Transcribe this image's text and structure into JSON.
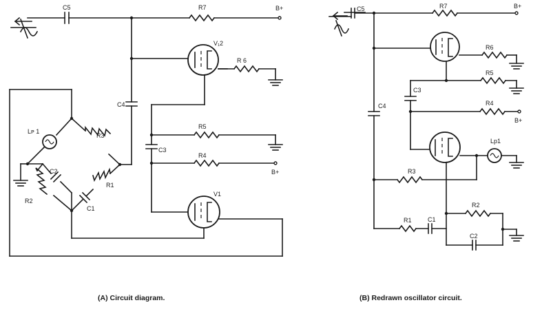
{
  "diagram_a": {
    "caption": "(A) Circuit diagram.",
    "labels": {
      "c5": "C5",
      "r7": "R7",
      "bplus_top": "B+",
      "v2": "V₁2",
      "r6": "R 6",
      "c4": "C4",
      "r5": "R5",
      "c3": "C3",
      "r4": "R4",
      "bplus_r4": "B+",
      "lp1": "Lᴘ 1",
      "r3": "R3",
      "c2": "C2",
      "r2": "R2",
      "r1": "R1",
      "c1": "C1",
      "v1": "V1"
    }
  },
  "diagram_b": {
    "caption": "(B) Redrawn oscillator circuit.",
    "labels": {
      "c5": "C5",
      "r7": "R7",
      "bplus_top": "B+",
      "r6": "R6",
      "r5": "R5",
      "c3": "C3",
      "c4": "C4",
      "r4": "R4",
      "bplus_r4": "B+",
      "lp1": "Lp1",
      "r3": "R3",
      "r2": "R2",
      "r1": "R1",
      "c1": "C1",
      "c2": "C2"
    }
  }
}
